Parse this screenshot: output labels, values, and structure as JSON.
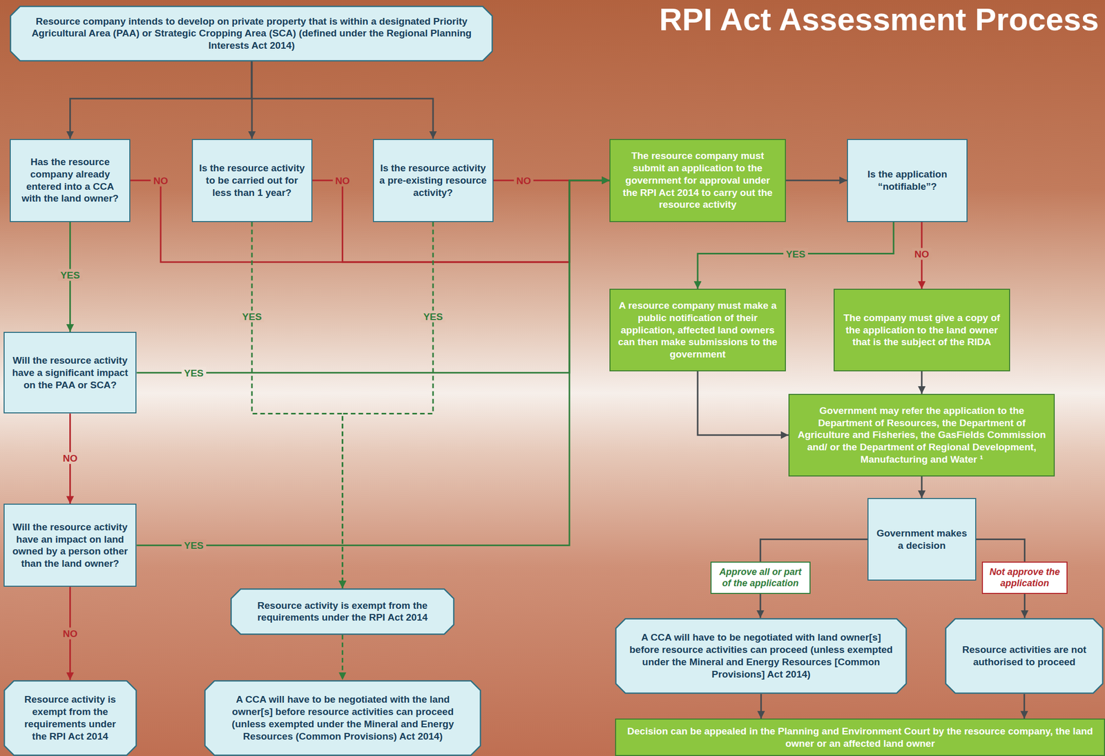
{
  "diagram": {
    "title": "RPI Act Assessment Process",
    "nodes": [
      {
        "text": [
          "Resource company intends to develop on private property that is within a designated Priority Agricultural Area (PAA) or Strategic Cropping Area (SCA) (defined under the Regional Planning Interests Act 2014)"
        ]
      },
      {
        "text": [
          "Has the resource company already entered into a CCA with the land owner?"
        ]
      },
      {
        "text": [
          "Is the resource activity to be carried out for less than 1 year?"
        ]
      },
      {
        "text": [
          "Is the resource activity a pre-existing resource activity?"
        ]
      },
      {
        "text": [
          "The resource company must submit an application to the government for approval under the RPI Act 2014 to carry out the resource activity"
        ]
      },
      {
        "text": [
          "Is the application “notifiable”?"
        ]
      },
      {
        "text": [
          "A resource company must make a public notification of their application, affected land owners can then make submissions to the government"
        ]
      },
      {
        "text": [
          "The company must give a copy of the application to the land owner that is the subject of the RIDA"
        ]
      },
      {
        "text": [
          "Will the resource activity have a significant impact on the PAA or SCA?"
        ]
      },
      {
        "text": [
          "Government may refer the application to the Department of Resources, the Department of Agriculture and Fisheries, the GasFields Commission and/ or the Department of Regional Development, Manufacturing and Water ¹"
        ]
      },
      {
        "text": [
          "Government makes a decision"
        ]
      },
      {
        "text": [
          "Will the resource activity have an impact on land owned by a person other than the land owner?"
        ]
      },
      {
        "text": [
          "Approve all or part of the application"
        ]
      },
      {
        "text": [
          "Not approve the application"
        ]
      },
      {
        "text": [
          "Resource activity is exempt from the requirements under the RPI Act 2014"
        ]
      },
      {
        "text": [
          "A CCA will have to be negotiated with land owner[s] before resource activities can proceed (unless exempted under the Mineral and Energy Resources [Common Provisions] Act 2014)"
        ]
      },
      {
        "text": [
          "Resource activities are not authorised to proceed"
        ]
      },
      {
        "text": [
          "Resource activity is exempt from the requirements under the RPI Act 2014"
        ]
      },
      {
        "text": [
          "A CCA will have to be negotiated with the land owner[s] before resource activities can proceed (unless exempted under the Mineral and Energy Resources (Common Provisions) Act 2014)"
        ]
      },
      {
        "text": [
          "Decision can be appealed in the Planning and Environment Court by the resource company, the land owner or an affected land owner"
        ]
      }
    ],
    "edges": [
      {
        "from": 0,
        "to": 1,
        "arrow": "to"
      },
      {
        "from": 0,
        "to": 2,
        "arrow": "to"
      },
      {
        "from": 0,
        "to": 3,
        "arrow": "to"
      },
      {
        "from": 1,
        "to": 4,
        "label": "NO",
        "arrow": "to"
      },
      {
        "from": 2,
        "to": 4,
        "label": "NO",
        "arrow": "to"
      },
      {
        "from": 3,
        "to": 4,
        "label": "NO",
        "arrow": "to"
      },
      {
        "from": 1,
        "to": 8,
        "label": "YES",
        "arrow": "to"
      },
      {
        "from": 2,
        "to": 14,
        "label": "YES",
        "arrow": "to"
      },
      {
        "from": 3,
        "to": 14,
        "label": "YES",
        "arrow": "to"
      },
      {
        "from": 8,
        "to": 4,
        "label": "YES",
        "arrow": "to"
      },
      {
        "from": 8,
        "to": 11,
        "label": "NO",
        "arrow": "to"
      },
      {
        "from": 11,
        "to": 4,
        "label": "YES",
        "arrow": "to"
      },
      {
        "from": 11,
        "to": 17,
        "label": "NO",
        "arrow": "to"
      },
      {
        "from": 4,
        "to": 5,
        "arrow": "to"
      },
      {
        "from": 5,
        "to": 6,
        "label": "YES",
        "arrow": "to"
      },
      {
        "from": 5,
        "to": 7,
        "label": "NO",
        "arrow": "to"
      },
      {
        "from": 7,
        "to": 9,
        "arrow": "to"
      },
      {
        "from": 6,
        "to": 9,
        "arrow": "to"
      },
      {
        "from": 9,
        "to": 10,
        "arrow": "to"
      },
      {
        "from": 10,
        "to": 12,
        "arrow": "none"
      },
      {
        "from": 10,
        "to": 13,
        "arrow": "none"
      },
      {
        "from": 12,
        "to": 15,
        "arrow": "to"
      },
      {
        "from": 13,
        "to": 16,
        "arrow": "to"
      },
      {
        "from": 14,
        "to": 18,
        "arrow": "to"
      },
      {
        "from": 15,
        "to": 19,
        "arrow": "to"
      },
      {
        "from": 16,
        "to": 19,
        "arrow": "to"
      }
    ]
  }
}
